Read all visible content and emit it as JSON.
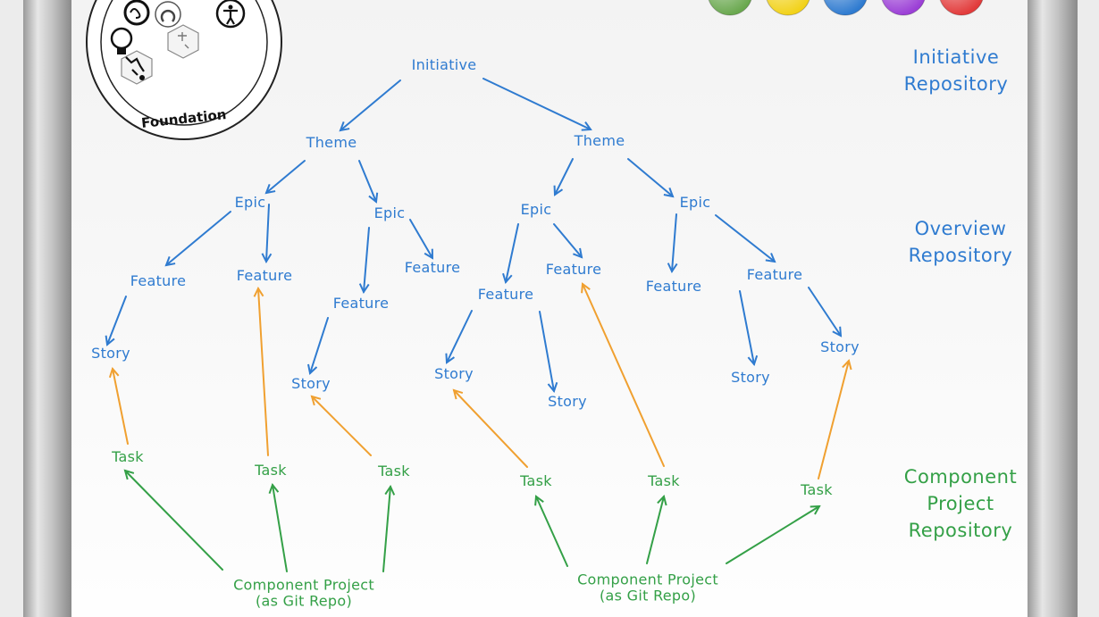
{
  "logo": {
    "text": "Foundation"
  },
  "palette": {
    "blue": "#2f7bd0",
    "green": "#34a047",
    "orange": "#f0a030"
  },
  "color_dots": [
    {
      "name": "green",
      "color": "#6aa84f"
    },
    {
      "name": "yellow",
      "color": "#f2d21a"
    },
    {
      "name": "blue",
      "color": "#2f7bd0"
    },
    {
      "name": "purple",
      "color": "#9b3fd6"
    },
    {
      "name": "red",
      "color": "#e23b3b"
    }
  ],
  "repositories": {
    "initiative": "Initiative\nRepository",
    "overview": "Overview\nRepository",
    "component": "Component\nProject\nRepository"
  },
  "nodes": {
    "initiative": "Initiative",
    "theme_left": "Theme",
    "theme_right": "Theme",
    "epic_1": "Epic",
    "epic_2": "Epic",
    "epic_3": "Epic",
    "epic_4": "Epic",
    "feature_1": "Feature",
    "feature_2": "Feature",
    "feature_3": "Feature",
    "feature_4": "Feature",
    "feature_5": "Feature",
    "feature_6": "Feature",
    "feature_7": "Feature",
    "feature_8": "Feature",
    "story_1": "Story",
    "story_2": "Story",
    "story_3": "Story",
    "story_4": "Story",
    "story_5": "Story",
    "story_6": "Story",
    "task_1": "Task",
    "task_2": "Task",
    "task_3": "Task",
    "task_4": "Task",
    "task_5": "Task",
    "task_6": "Task",
    "component_left": "Component Project\n(as Git Repo)",
    "component_right": "Component Project\n(as Git Repo)"
  }
}
